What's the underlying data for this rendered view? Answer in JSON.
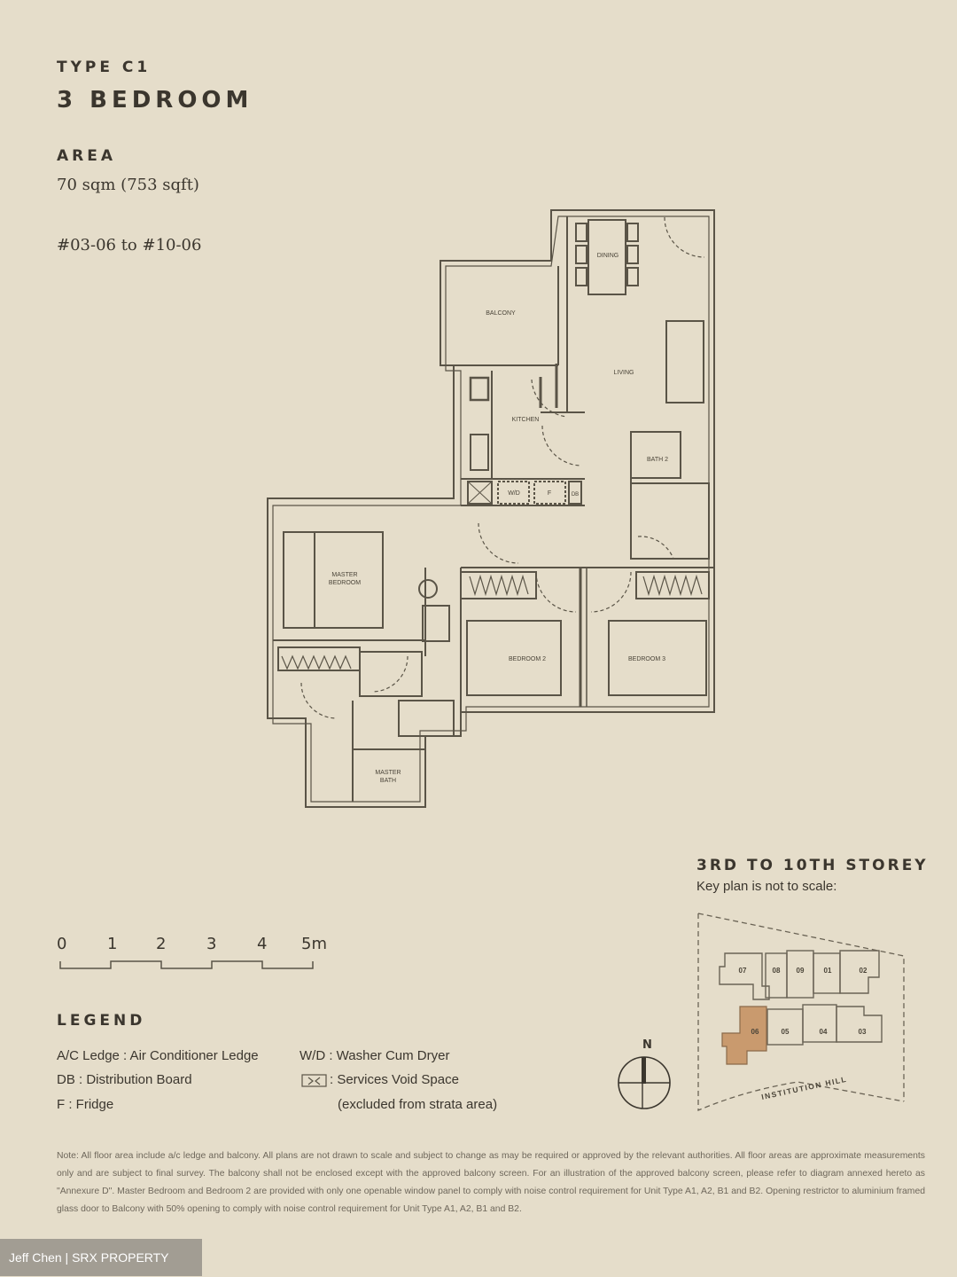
{
  "header": {
    "type_label": "TYPE C1",
    "title": "3 BEDROOM",
    "area_heading": "AREA",
    "area_value": "70 sqm (753 sqft)",
    "units": "#03-06 to #10-06"
  },
  "floor_plan": {
    "rooms": {
      "dining": "DINING",
      "balcony": "BALCONY",
      "living": "LIVING",
      "kitchen": "KITCHEN",
      "bath2": "BATH 2",
      "wd": "W/D",
      "fridge": "F",
      "db": "DB",
      "master_bedroom_1": "MASTER",
      "master_bedroom_2": "BEDROOM",
      "bedroom2": "BEDROOM 2",
      "bedroom3": "BEDROOM 3",
      "master_bath_1": "MASTER",
      "master_bath_2": "BATH"
    },
    "line_color": "#5a5447"
  },
  "scale_bar": {
    "labels": [
      "0",
      "1",
      "2",
      "3",
      "4",
      "5m"
    ]
  },
  "legend": {
    "heading": "LEGEND",
    "items": [
      "A/C Ledge : Air Conditioner Ledge",
      "DB : Distribution Board",
      "F : Fridge",
      "W/D : Washer Cum Dryer",
      ": Services Void Space",
      "(excluded from strata area)"
    ]
  },
  "compass": {
    "label": "N",
    "icon": "north-arrow-icon"
  },
  "key_plan": {
    "heading": "3RD TO 10TH STOREY",
    "subheading": "Key plan is not to scale:",
    "units": [
      "07",
      "08",
      "09",
      "01",
      "02",
      "06",
      "05",
      "04",
      "03"
    ],
    "highlighted_unit": "06",
    "highlight_color": "#c99a6e",
    "road_label": "INSTITUTION HILL"
  },
  "note": "Note: All floor area include a/c ledge and balcony. All plans are not drawn to scale and subject to change as may be required or approved by the relevant authorities. All floor areas are approximate measurements only and are subject to final survey. The balcony shall not be enclosed except with the approved balcony screen. For an illustration of the approved balcony screen, please refer to diagram annexed hereto as \"Annexure D\". Master Bedroom and Bedroom 2 are provided with only one openable window panel to comply with noise control requirement for Unit Type A1, A2, B1 and B2. Opening restrictor to aluminium framed glass door to Balcony with 50% opening to comply with noise control requirement for Unit Type A1, A2, B1 and B2.",
  "watermark": "Jeff Chen | SRX PROPERTY"
}
